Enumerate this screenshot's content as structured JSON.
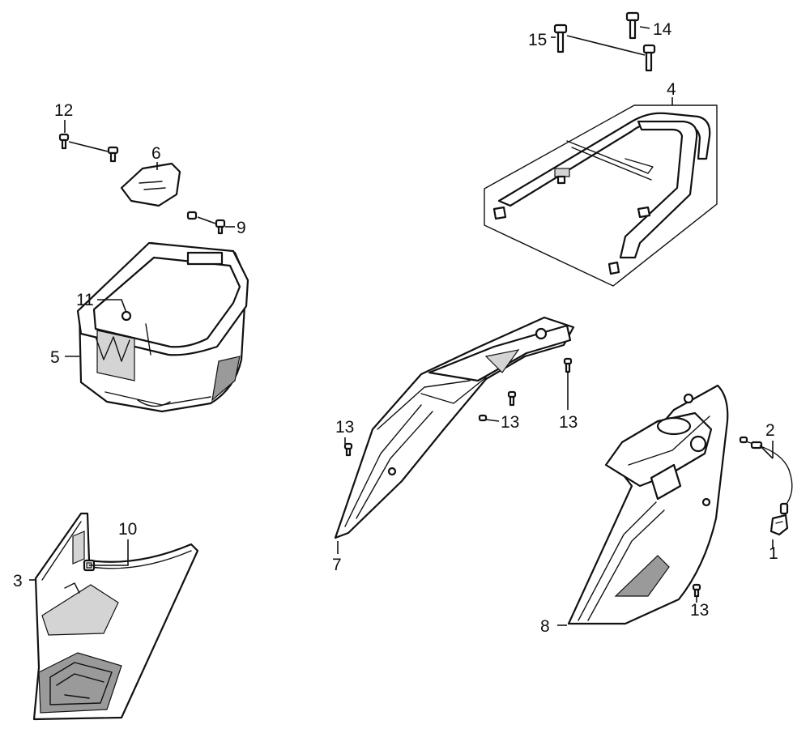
{
  "callouts": [
    {
      "id": "c1",
      "text": "1"
    },
    {
      "id": "c2",
      "text": "2"
    },
    {
      "id": "c3",
      "text": "3"
    },
    {
      "id": "c4",
      "text": "4"
    },
    {
      "id": "c5",
      "text": "5"
    },
    {
      "id": "c6",
      "text": "6"
    },
    {
      "id": "c7",
      "text": "7"
    },
    {
      "id": "c8",
      "text": "8"
    },
    {
      "id": "c9",
      "text": "9"
    },
    {
      "id": "c10",
      "text": "10"
    },
    {
      "id": "c11",
      "text": "11"
    },
    {
      "id": "c12",
      "text": "12"
    },
    {
      "id": "c13a",
      "text": "13"
    },
    {
      "id": "c13b",
      "text": "13"
    },
    {
      "id": "c13c",
      "text": "13"
    },
    {
      "id": "c13d",
      "text": "13"
    },
    {
      "id": "c14",
      "text": "14"
    },
    {
      "id": "c15",
      "text": "15"
    }
  ]
}
